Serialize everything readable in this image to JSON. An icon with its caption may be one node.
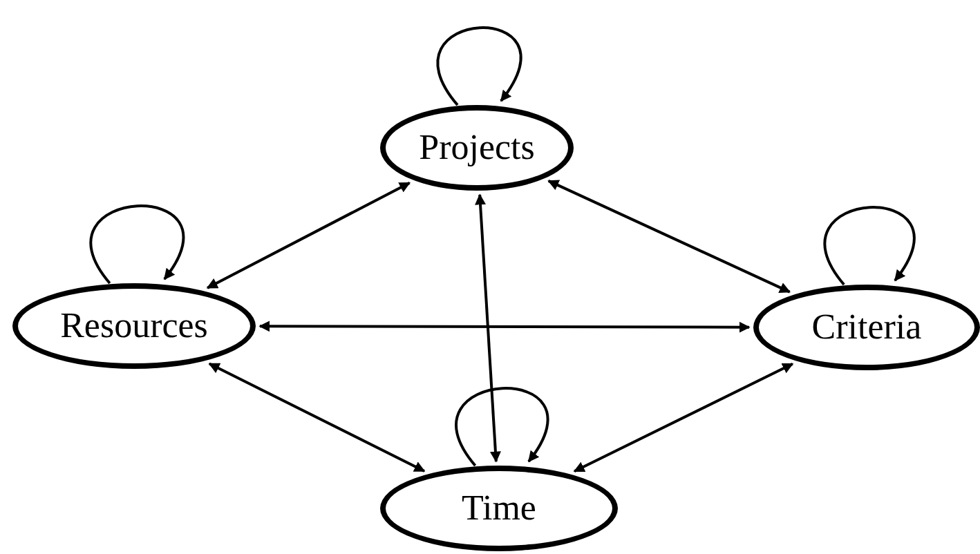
{
  "diagram": {
    "nodes": [
      {
        "text": [
          "Projects"
        ]
      },
      {
        "text": [
          "Resources"
        ]
      },
      {
        "text": [
          "Criteria"
        ]
      },
      {
        "text": [
          "Time"
        ]
      }
    ],
    "edges": [
      {
        "from": 0,
        "to": 0,
        "arrow": "to"
      },
      {
        "from": 1,
        "to": 1,
        "arrow": "to"
      },
      {
        "from": 2,
        "to": 2,
        "arrow": "to"
      },
      {
        "from": 3,
        "to": 3,
        "arrow": "to"
      },
      {
        "from": 1,
        "to": 0,
        "arrow": "both"
      },
      {
        "from": 0,
        "to": 2,
        "arrow": "both"
      },
      {
        "from": 3,
        "to": 0,
        "arrow": "both"
      },
      {
        "from": 1,
        "to": 2,
        "arrow": "both"
      },
      {
        "from": 1,
        "to": 3,
        "arrow": "both"
      },
      {
        "from": 2,
        "to": 3,
        "arrow": "both"
      }
    ]
  }
}
